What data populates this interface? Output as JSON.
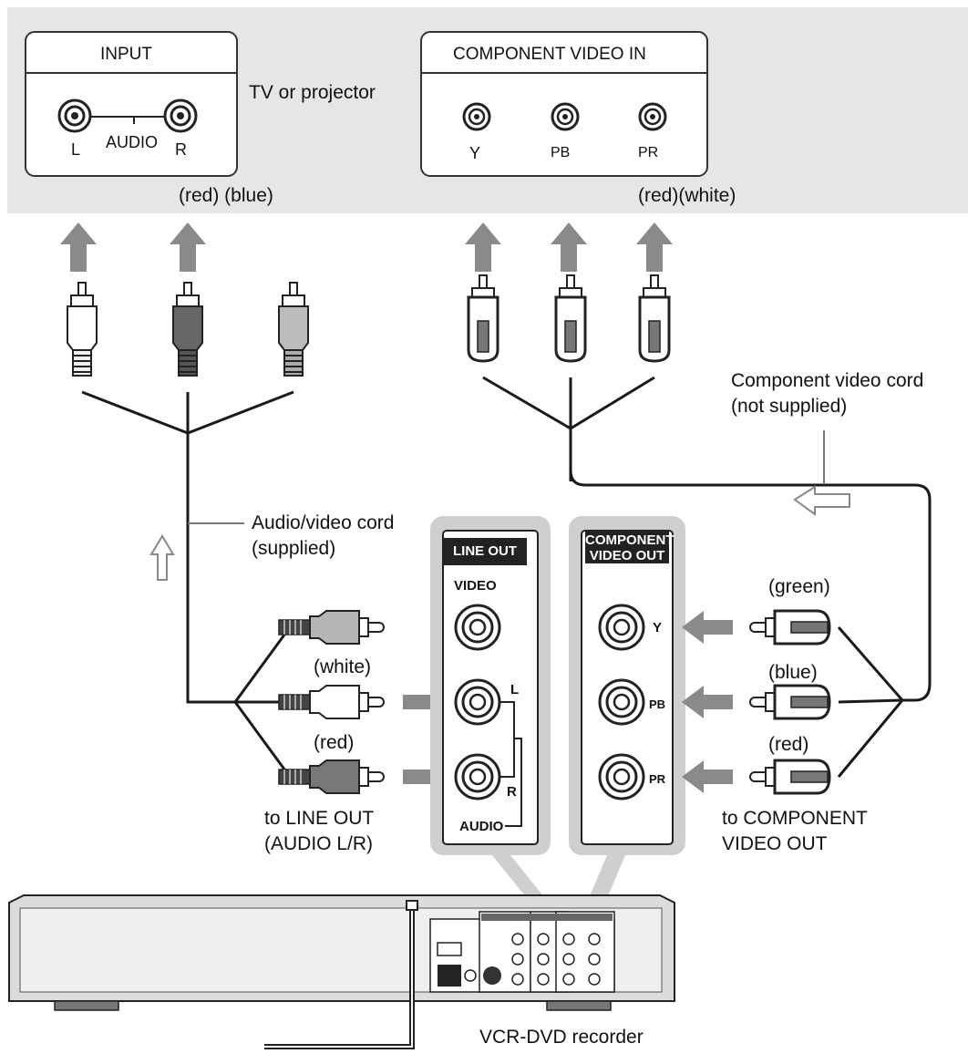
{
  "tv": {
    "name": "TV or projector",
    "input_panel": {
      "title": "INPUT",
      "left": "L",
      "middle": "AUDIO",
      "right": "R"
    },
    "component_panel": {
      "title": "COMPONENT VIDEO IN",
      "y": "Y",
      "pb": "PB",
      "pr": "PR"
    },
    "audio_colors": "(red) (blue)",
    "component_colors": "(red)(white)"
  },
  "cords": {
    "av_cord": "Audio/video cord\n(supplied)",
    "component_cord": "Component video cord\n(not supplied)"
  },
  "line_out_panel": {
    "title": "LINE OUT",
    "video": "VIDEO",
    "l": "L",
    "r": "R",
    "audio": "AUDIO"
  },
  "component_out_panel": {
    "title": "COMPONENT\nVIDEO OUT",
    "y": "Y",
    "pb": "PB",
    "pr": "PR"
  },
  "plug_colors": {
    "white": "(white)",
    "red": "(red)",
    "green": "(green)",
    "blue": "(blue)",
    "red2": "(red)"
  },
  "destinations": {
    "line_out": "to LINE OUT\n(AUDIO L/R)",
    "component_out": "to COMPONENT\nVIDEO OUT"
  },
  "device": {
    "name": "VCR-DVD recorder"
  },
  "colors": {
    "tv_band": "#e6e6e6",
    "arrow": "#8a8a8a",
    "highlight": "#cfcfcf",
    "cable": "#1a1a1a"
  }
}
